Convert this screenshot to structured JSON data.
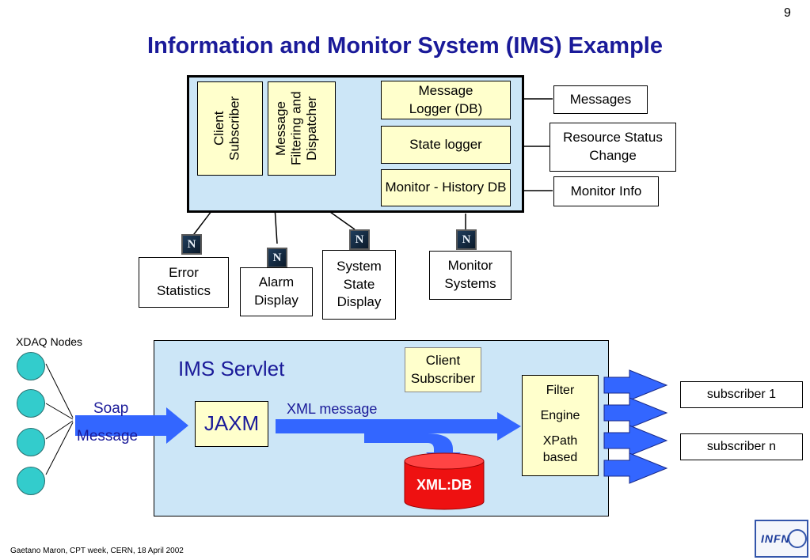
{
  "page_number": "9",
  "title": "Information and Monitor System (IMS) Example",
  "ims_diagram": {
    "client_subscriber": "Client Subscriber",
    "filtering": "Message Filtering and Dispatcher",
    "message_logger": "Message Logger (DB)",
    "state_logger": "State logger",
    "monitor_history": "Monitor - History DB",
    "messages": "Messages",
    "resource_status": "Resource Status Change",
    "monitor_info": "Monitor Info",
    "error_statistics": "Error Statistics",
    "alarm_display": "Alarm Display",
    "system_state": "System State Display",
    "monitor_systems": "Monitor Systems",
    "netscape_icon_glyph": "N"
  },
  "servlet_diagram": {
    "xdaq_nodes": "XDAQ Nodes",
    "ims_servlet": "IMS Servlet",
    "soap": "Soap",
    "message": "Message",
    "jaxm": "JAXM",
    "xml_message": "XML message",
    "client_subscriber": "Client Subscriber",
    "filter": "Filter",
    "engine": "Engine",
    "xpath_based": "XPath based",
    "xmldb": "XML:DB",
    "subscriber_1": "subscriber 1",
    "subscriber_n": "subscriber n"
  },
  "footer": "Gaetano Maron, CPT week, CERN, 18 April 2002",
  "logo_text": "INFN",
  "colors": {
    "title": "#1a1a99",
    "panel_bg": "#cce6f7",
    "arrow_blue": "#3366ff",
    "node_teal": "#33cccc",
    "db_red": "#ee1111",
    "box_yellow": "#ffffcc"
  }
}
